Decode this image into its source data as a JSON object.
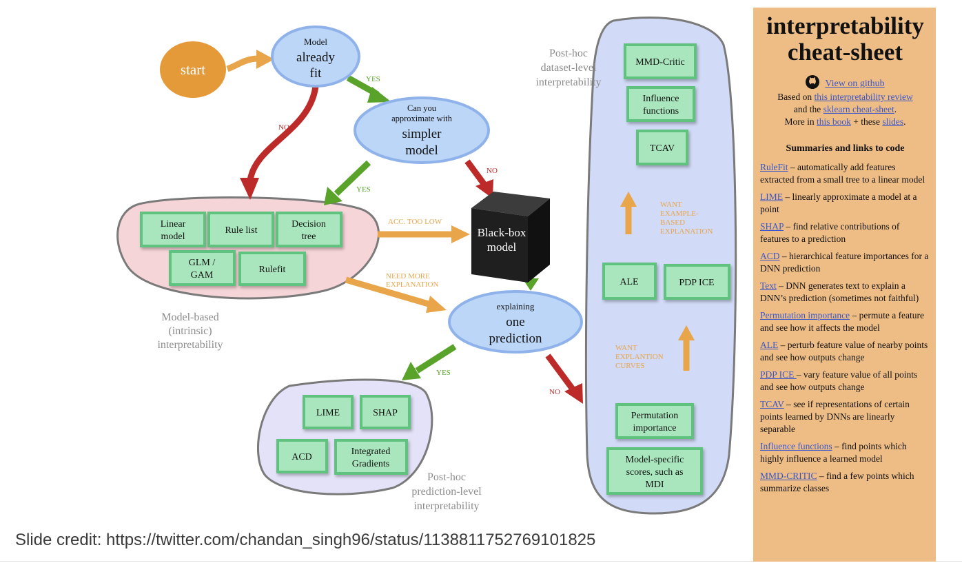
{
  "diagram": {
    "start": "start",
    "model_fit": {
      "l1": "Model",
      "l2": "already",
      "l3": "fit"
    },
    "approx": {
      "l1": "Can you",
      "l2": "approximate with",
      "l3": "simpler",
      "l4": "model"
    },
    "blackbox": {
      "l1": "Black-box",
      "l2": "model"
    },
    "explaining": {
      "l1": "explaining",
      "l2": "one",
      "l3": "prediction"
    },
    "arrows": {
      "yes1": "YES",
      "no1": "NO",
      "yes2": "YES",
      "no2": "NO",
      "acc_too_low": "ACC. TOO LOW",
      "need_more_1": "NEED MORE",
      "need_more_2": "EXPLANATION",
      "yes3": "YES",
      "no3": "NO",
      "want_example_1": "WANT",
      "want_example_2": "EXAMPLE-",
      "want_example_3": "BASED",
      "want_example_4": "EXPLANATION",
      "want_curves_1": "WANT",
      "want_curves_2": "EXPLANTION",
      "want_curves_3": "CURVES"
    },
    "model_based": {
      "boxes": {
        "linear_1": "Linear",
        "linear_2": "model",
        "rule_list": "Rule list",
        "decision_1": "Decision",
        "decision_2": "tree",
        "glm_1": "GLM /",
        "glm_2": "GAM",
        "rulefit": "Rulefit"
      },
      "label_1": "Model-based",
      "label_2": "(intrinsic)",
      "label_3": "interpretability"
    },
    "prediction_level": {
      "boxes": {
        "lime": "LIME",
        "shap": "SHAP",
        "acd": "ACD",
        "ig_1": "Integrated",
        "ig_2": "Gradients"
      },
      "label_1": "Post-hoc",
      "label_2": "prediction-level",
      "label_3": "interpretability"
    },
    "dataset_level": {
      "boxes": {
        "mmd": "MMD-Critic",
        "influence_1": "Influence",
        "influence_2": "functions",
        "tcav": "TCAV",
        "ale": "ALE",
        "pdp": "PDP ICE",
        "perm_1": "Permutation",
        "perm_2": "importance",
        "ms_1": "Model-specific",
        "ms_2": "scores, such as",
        "ms_3": "MDI"
      },
      "label_1": "Post-hoc",
      "label_2": "dataset-level",
      "label_3": "interpretability"
    }
  },
  "credit": "Slide credit: https://twitter.com/chandan_singh96/status/1138811752769101825",
  "panel": {
    "title_1": "interpretability",
    "title_2": "cheat-sheet",
    "github_link": "View on github",
    "intro": {
      "based_on": "Based on",
      "review_link": "this interpretability review",
      "and_the": "and the",
      "sklearn_link": "sklearn cheat-sheet",
      "period": ".",
      "more_in": "More in",
      "book_link": "this book",
      "plus_these": "+ these",
      "slides_link": "slides",
      "period2": "."
    },
    "summaries_heading": "Summaries and links to code",
    "summaries": [
      {
        "name": "RuleFit",
        "desc": " – automatically add features extracted from a small tree to a linear model"
      },
      {
        "name": "LIME",
        "desc": " – linearly approximate a model at a point"
      },
      {
        "name": "SHAP",
        "desc": " – find relative contributions of features to a prediction"
      },
      {
        "name": "ACD",
        "desc": " – hierarchical feature importances for a DNN prediction"
      },
      {
        "name": "Text",
        "desc": " – DNN generates text to explain a DNN’s prediction (sometimes not faithful)"
      },
      {
        "name": "Permutation importance",
        "desc": " – permute a feature and see how it affects the model"
      },
      {
        "name": "ALE",
        "desc": " – perturb feature value of nearby points and see how outputs change"
      },
      {
        "name": "PDP ICE ",
        "desc": "– vary feature value of all points and see how outputs change"
      },
      {
        "name": "TCAV",
        "desc": " – see if representations of certain points learned by DNNs are linearly separable"
      },
      {
        "name": "Influence functions",
        "desc": " – find points which highly influence a learned model"
      },
      {
        "name": "MMD-CRITIC",
        "desc": " – find a few points which summarize classes"
      }
    ]
  },
  "colors": {
    "start_orange": "#e59a3a",
    "node_blue": "#bcd6f8",
    "node_blue_border": "#8fb2ea",
    "green_box": "#a9e6bd",
    "green_box_border": "#5ec27e",
    "arrow_yes": "#5aa32b",
    "arrow_no": "#bd2a2a",
    "arrow_orange": "#e9a54a",
    "pink_group": "#f6d5d8",
    "lavender_group": "#e3e2f8",
    "blue_group": "#d1daf6",
    "panel_bg": "#eebd86",
    "link_blue": "#3a57c9"
  }
}
